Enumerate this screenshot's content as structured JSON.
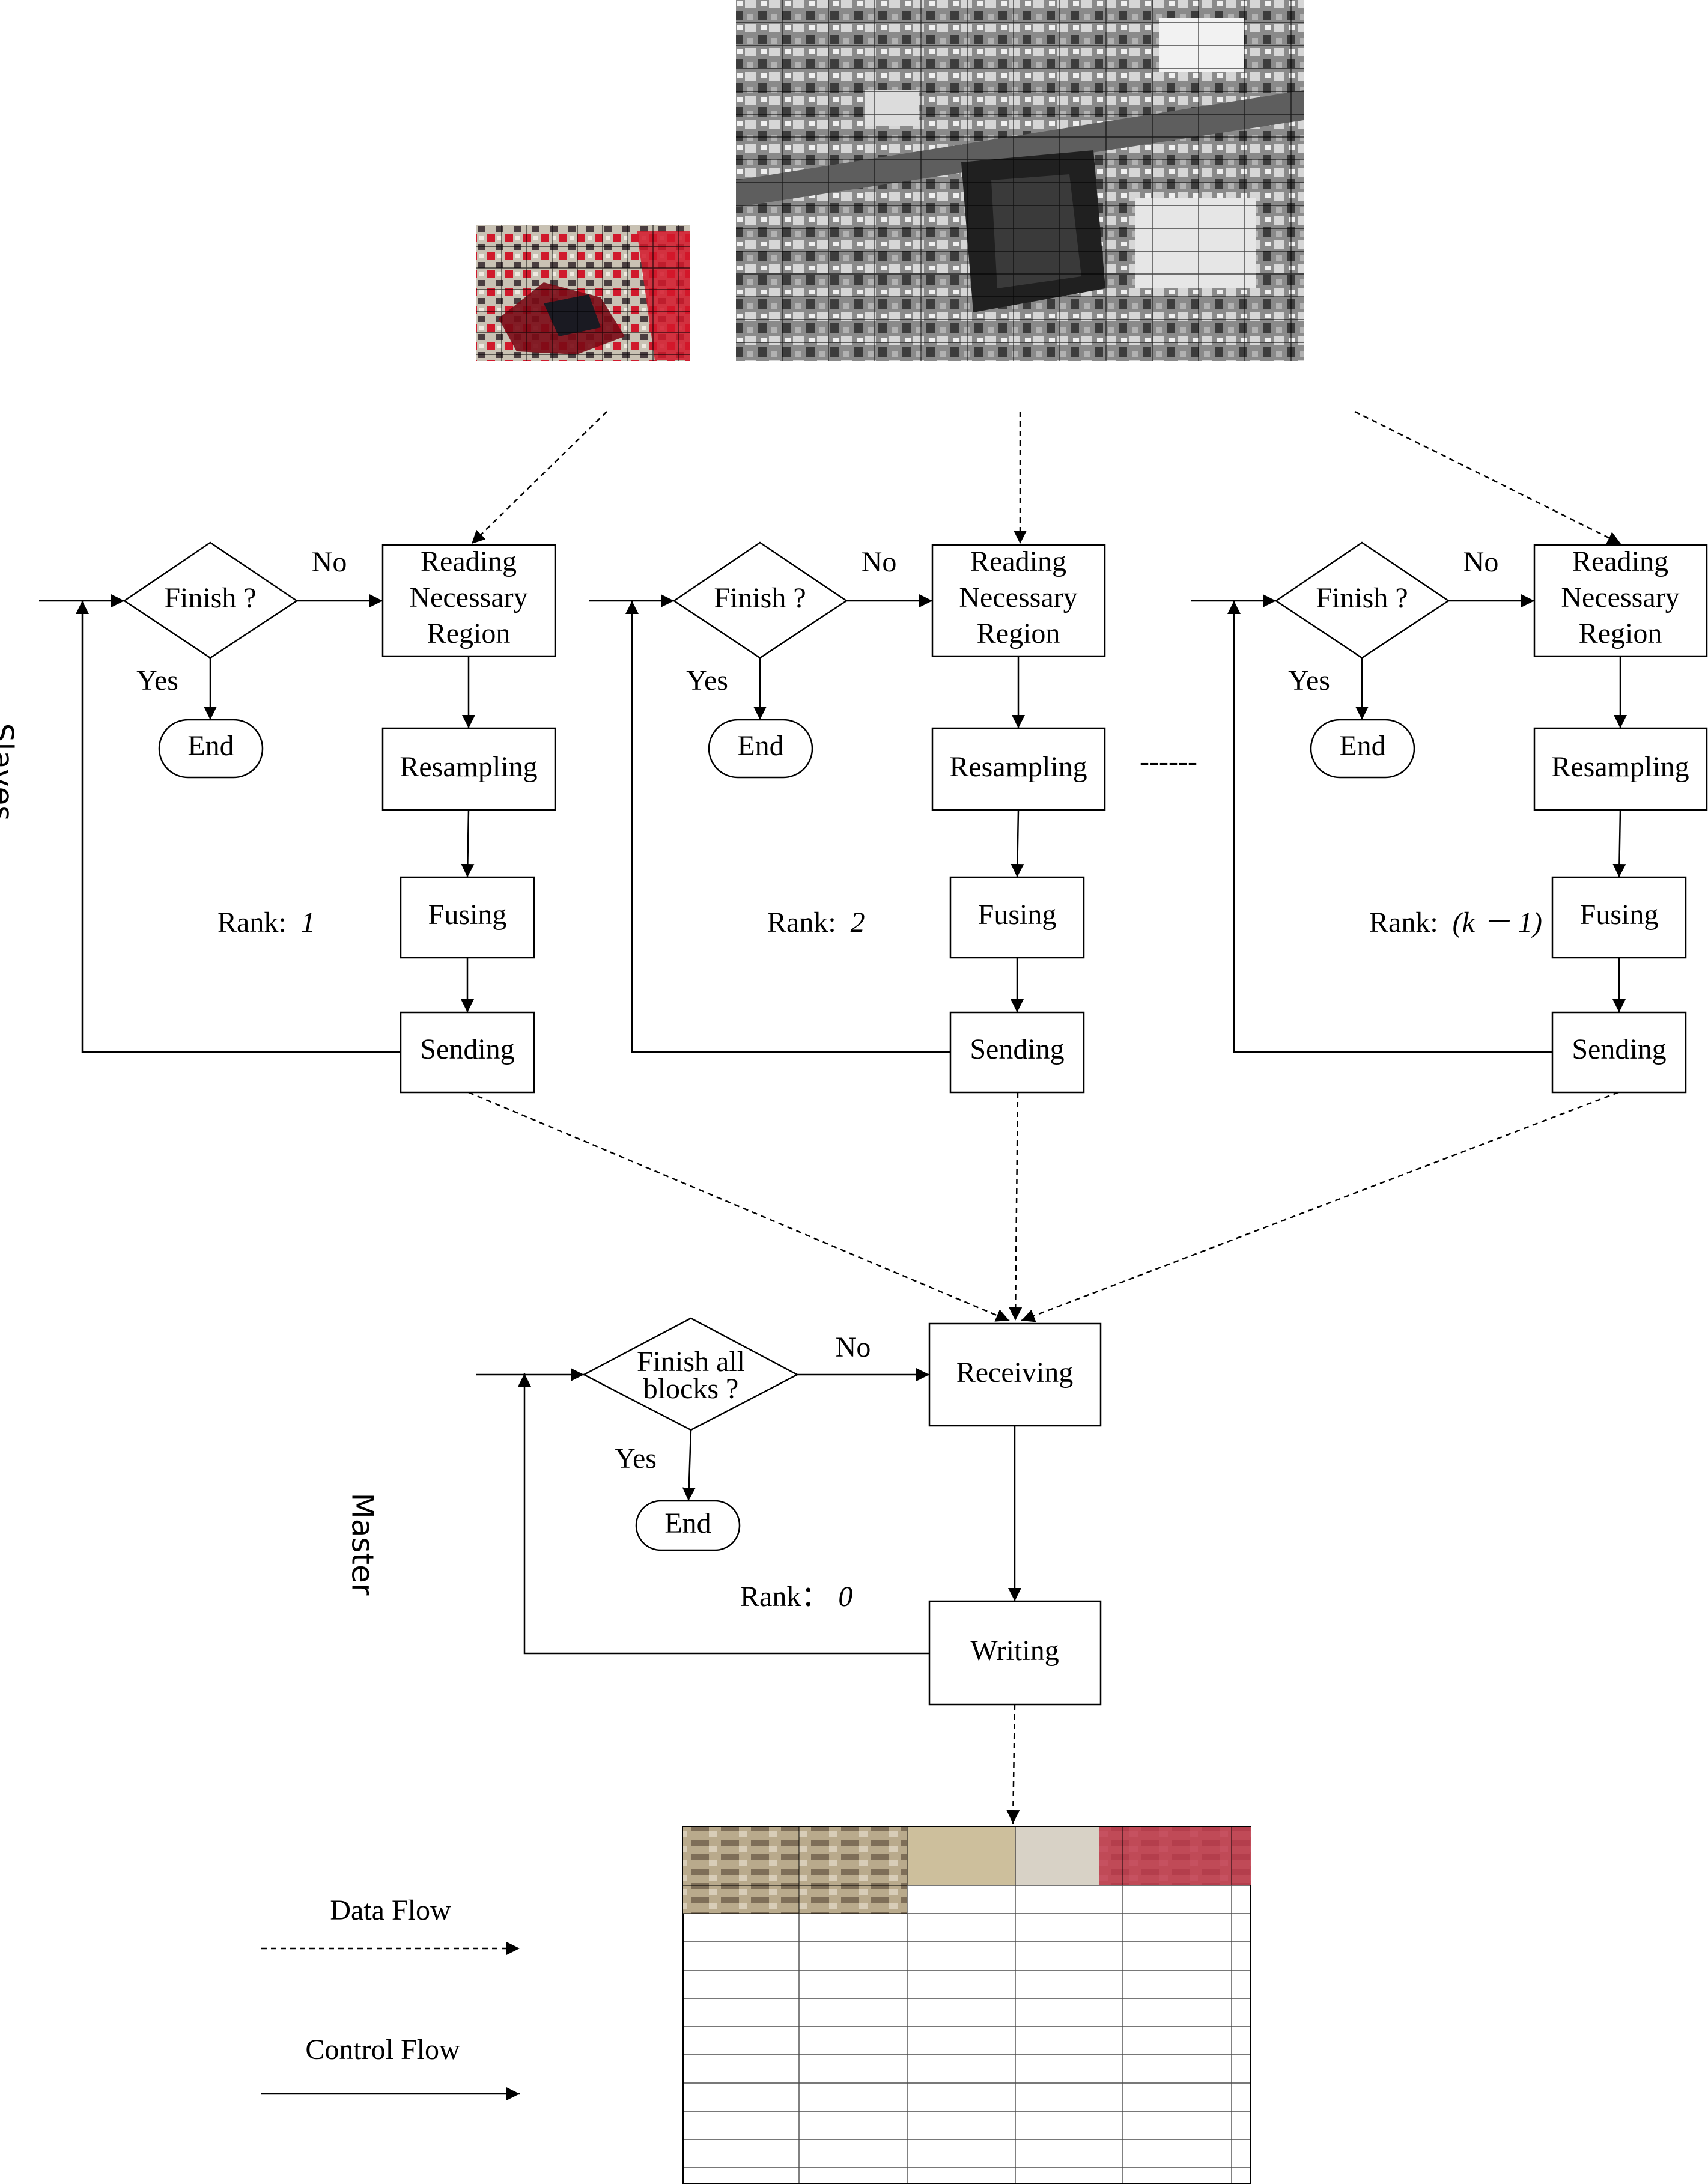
{
  "sides": {
    "slaves": "Slaves",
    "master": "Master"
  },
  "slaves": [
    {
      "decision": "Finish ?",
      "no": "No",
      "yes": "Yes",
      "end": "End",
      "read_lines": [
        "Reading",
        "Necessary",
        "Region"
      ],
      "resample": "Resampling",
      "fuse": "Fusing",
      "send": "Sending",
      "rank_prefix": "Rank: ",
      "rank_value": "1"
    },
    {
      "decision": "Finish ?",
      "no": "No",
      "yes": "Yes",
      "end": "End",
      "read_lines": [
        "Reading",
        "Necessary",
        "Region"
      ],
      "resample": "Resampling",
      "fuse": "Fusing",
      "send": "Sending",
      "rank_prefix": "Rank: ",
      "rank_value": "2"
    },
    {
      "decision": "Finish ?",
      "no": "No",
      "yes": "Yes",
      "end": "End",
      "read_lines": [
        "Reading",
        "Necessary",
        "Region"
      ],
      "resample": "Resampling",
      "fuse": "Fusing",
      "send": "Sending",
      "rank_prefix": "Rank: ",
      "rank_value": "(k  －  1)"
    }
  ],
  "ellipsis": "------",
  "master": {
    "decision_lines": [
      "Finish all",
      "blocks ?"
    ],
    "no": "No",
    "yes": "Yes",
    "end": "End",
    "receive": "Receiving",
    "write": "Writing",
    "rank_prefix": "Rank：",
    "rank_value": "0"
  },
  "legend": {
    "data_flow": "Data Flow",
    "control_flow": "Control Flow"
  },
  "colors": {
    "line": "#000000",
    "background": "#ffffff"
  }
}
